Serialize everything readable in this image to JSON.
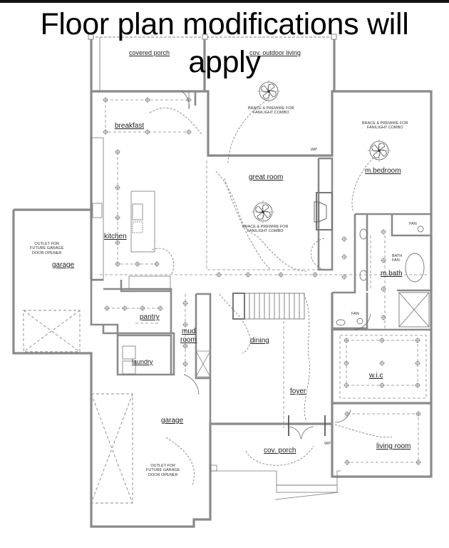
{
  "heading": {
    "line1": "Floor plan modifications will",
    "line2": "apply"
  },
  "rooms": {
    "covered_porch": "covered porch",
    "cov_outdoor_living": "cov. outdoor living",
    "breakfast": "breakfast",
    "great_room": "great room",
    "m_bedroom": "m.bedroom",
    "kitchen": "kitchen",
    "garage_side": "garage",
    "m_bath": "m.bath",
    "pantry": "pantry",
    "mud_room_line1": "mud",
    "mud_room_line2": "room",
    "dining": "dining",
    "laundry": "laundry",
    "wic": "w.i.c",
    "foyer": "foyer",
    "garage_main": "garage",
    "cov_porch": "cov. porch",
    "living_room": "living room"
  },
  "notes": {
    "fan_outdoor_1": "BRACE & PREWIRE FOR",
    "fan_outdoor_2": "FAN/LIGHT COMBO",
    "fan_bedroom_1": "BRACE & PREWIRE FOR",
    "fan_bedroom_2": "FAN/LIGHT COMBO",
    "fan_great_1": "BRACE & PREWIRE FOR",
    "fan_great_2": "FAN/LIGHT COMBO",
    "outlet_side_1": "OUTLET FOR",
    "outlet_side_2": "FUTURE GARAGE",
    "outlet_side_3": "DOOR OPENER",
    "outlet_main_1": "OUTLET FOR",
    "outlet_main_2": "FUTURE GARAGE",
    "outlet_main_3": "DOOR OPENER",
    "bath_fan_1": "BATH",
    "bath_fan_2": "FAN",
    "fan_wc": "FAN",
    "fan_bath2": "FAN",
    "wp_rear": "WP",
    "wp_front": "WP"
  },
  "colors": {
    "wall": "#8a8a8a",
    "wall_dark": "#555555",
    "dash": "#777777",
    "text": "#222222",
    "topbar": "#111111"
  }
}
